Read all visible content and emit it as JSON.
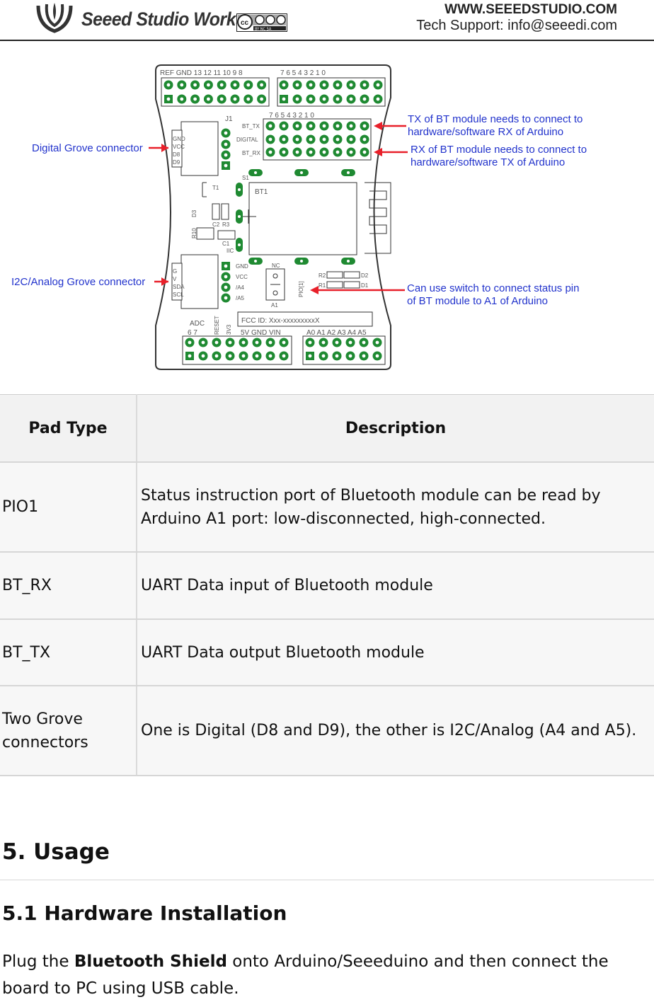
{
  "header": {
    "brand": "Seeed Studio Works",
    "license_badge": "BY NC SA",
    "site": "WWW.SEEEDSTUDIO.COM",
    "support": "Tech Support: info@seeedi.com"
  },
  "diagram": {
    "callouts": {
      "digital_grove": "Digital Grove connector",
      "i2c_grove": "I2C/Analog Grove connector",
      "tx_line1": "TX of BT module needs to connect to",
      "tx_line2": "hardware/software RX of Arduino",
      "rx_line1": "RX of BT module needs to connect to",
      "rx_line2": "hardware/software TX of Arduino",
      "switch_line1": "Can use switch to connect status pin",
      "switch_line2": "of BT module to A1 of Arduino"
    },
    "silk": {
      "top_left_header": "REF GND 13 12 11 10 9 8",
      "top_right_header": "7 6 5 4 3 2 1 0",
      "mid_header": "7 6 5 4 3 2 1 0",
      "bt_tx": "BT_TX",
      "digital": "DIGITAL",
      "bt_rx": "BT_RX",
      "j1": "J1",
      "grove1_pins": [
        "GND",
        "VCC",
        "D8",
        "D9"
      ],
      "grove2_pins": [
        "G",
        "V",
        "SDA",
        "SCL"
      ],
      "grove2_right": [
        "GND",
        "VCC",
        "/A4",
        "/A5"
      ],
      "bt1": "BT1",
      "s1": "S1",
      "iic": "IIC",
      "nc": "NC",
      "a1": "A1",
      "pio1": "PIO[1]",
      "r2": "R2",
      "r1": "R1",
      "d2": "D2",
      "d1": "D1",
      "r10": "R10",
      "d3": "D3",
      "c2": "C2",
      "r3": "R3",
      "c1": "C1",
      "t1": "T1",
      "adc": "ADC",
      "reset": "RESET",
      "v33": "3V3",
      "fcc": "FCC ID: Xxx-xxxxxxxxxX",
      "bottom_left_header": "6 7",
      "power_header": "5V GND VIN",
      "analog_header": "A0 A1 A2 A3 A4 A5"
    }
  },
  "table": {
    "headers": [
      "Pad Type",
      "Description"
    ],
    "rows": [
      {
        "pad": "PIO1",
        "desc": "Status instruction port of Bluetooth module can be read by Arduino A1 port: low-disconnected, high-connected."
      },
      {
        "pad": "BT_RX",
        "desc": "UART Data input of Bluetooth module"
      },
      {
        "pad": "BT_TX",
        "desc": "UART Data output Bluetooth module"
      },
      {
        "pad": "Two Grove connectors",
        "desc": "One is Digital (D8 and D9), the other is I2C/Analog (A4 and A5)."
      }
    ]
  },
  "section": {
    "title": "5. Usage",
    "subtitle": "5.1 Hardware Installation",
    "para_pre": "Plug the ",
    "para_bold": "Bluetooth Shield",
    "para_post": " onto Arduino/Seeeduino and then connect the board to PC using USB cable."
  }
}
